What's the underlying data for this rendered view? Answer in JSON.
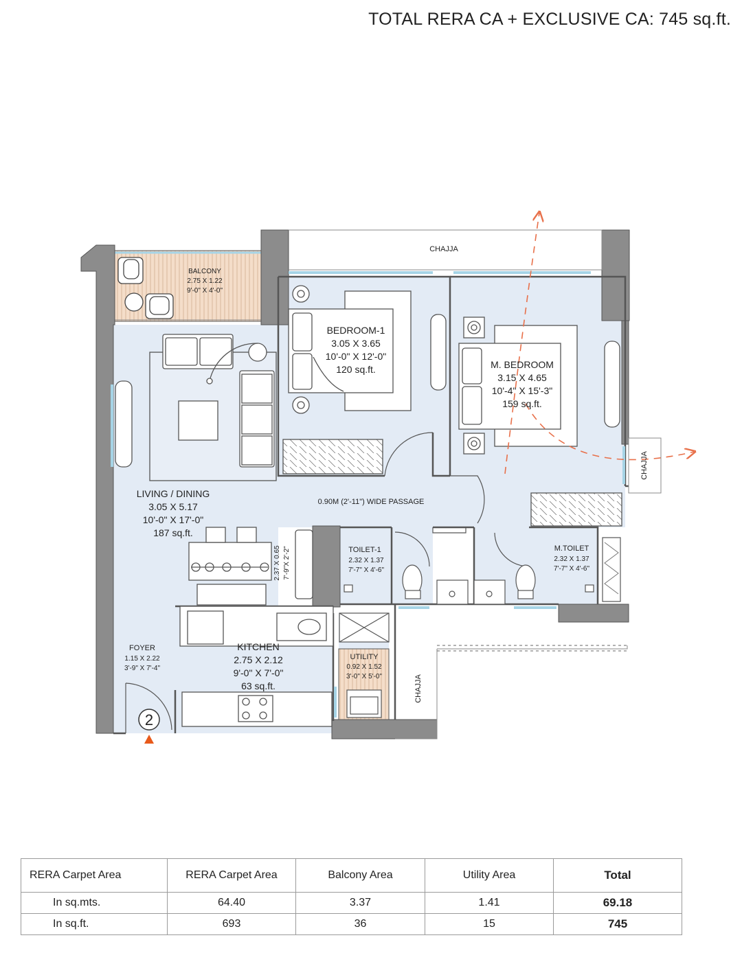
{
  "header": {
    "title": "TOTAL RERA CA + EXCLUSIVE CA: 745 sq.ft."
  },
  "plan": {
    "chajja_top": "CHAJJA",
    "chajja_right": "CHAJJA",
    "chajja_bottom": "CHAJJA",
    "passage": "0.90M (2'-11\") WIDE PASSAGE",
    "unit_number": "2",
    "colors": {
      "floor": "#e3ebf5",
      "wall": "#8c8c8c",
      "balcony": "#f4ddc9",
      "glass": "#a6d4e6",
      "arrow": "#e8704a"
    },
    "rooms": {
      "balcony": {
        "name": "BALCONY",
        "dim_m": "2.75 X 1.22",
        "dim_ft": "9'-0\" X 4'-0\""
      },
      "bedroom1": {
        "name": "BEDROOM-1",
        "dim_m": "3.05 X 3.65",
        "dim_ft": "10'-0\" X 12'-0\"",
        "area": "120 sq.ft."
      },
      "mbedroom": {
        "name": "M. BEDROOM",
        "dim_m": "3.15 X 4.65",
        "dim_ft": "10'-4\" X 15'-3\"",
        "area": "159 sq.ft."
      },
      "living": {
        "name": "LIVING / DINING",
        "dim_m": "3.05 X 5.17",
        "dim_ft": "10'-0\" X 17'-0\"",
        "area": "187 sq.ft."
      },
      "dining_niche": {
        "dim_m": "2.37 X 0.65",
        "dim_ft": "7'-9\"X 2'-2\""
      },
      "toilet1": {
        "name": "TOILET-1",
        "dim_m": "2.32 X 1.37",
        "dim_ft": "7'-7\" X 4'-6\""
      },
      "mtoilet": {
        "name": "M.TOILET",
        "dim_m": "2.32 X 1.37",
        "dim_ft": "7'-7\" X 4'-6\""
      },
      "kitchen": {
        "name": "KITCHEN",
        "dim_m": "2.75 X 2.12",
        "dim_ft": "9'-0\" X 7'-0\"",
        "area": "63 sq.ft."
      },
      "foyer": {
        "name": "FOYER",
        "dim_m": "1.15 X 2.22",
        "dim_ft": "3'-9\" X 7'-4\""
      },
      "utility": {
        "name": "UTILITY",
        "dim_m": "0.92 X 1.52",
        "dim_ft": "3'-0\" X 5'-0\""
      }
    }
  },
  "table": {
    "headers": [
      "RERA Carpet Area",
      "RERA Carpet Area",
      "Balcony Area",
      "Utility Area",
      "Total"
    ],
    "rows": [
      {
        "label": "In sq.mts.",
        "rera": "64.40",
        "balcony": "3.37",
        "utility": "1.41",
        "total": "69.18"
      },
      {
        "label": "In sq.ft.",
        "rera": "693",
        "balcony": "36",
        "utility": "15",
        "total": "745"
      }
    ]
  }
}
